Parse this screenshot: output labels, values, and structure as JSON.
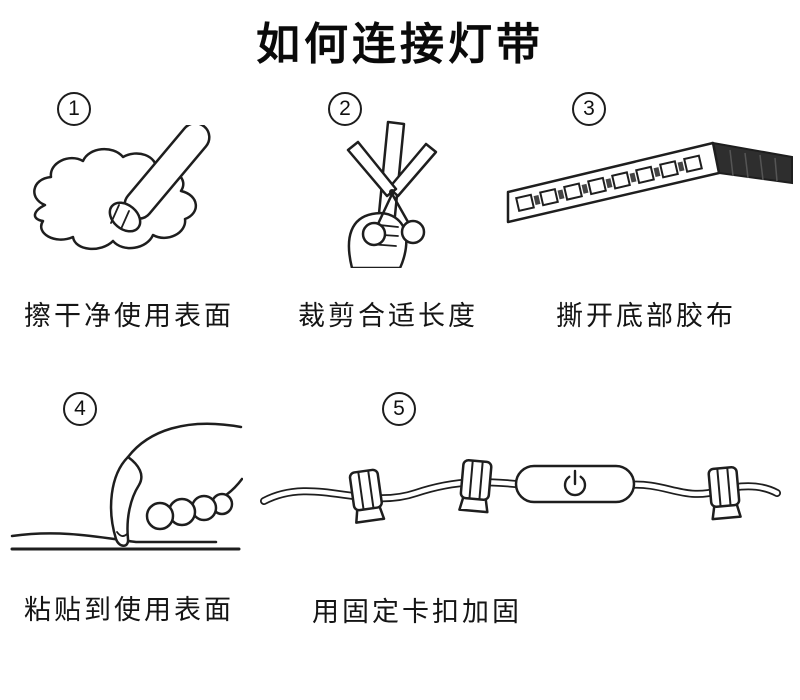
{
  "title": "如何连接灯带",
  "steps": [
    {
      "number": "1",
      "caption": "擦干净使用表面"
    },
    {
      "number": "2",
      "caption": "裁剪合适长度"
    },
    {
      "number": "3",
      "caption": "撕开底部胶布"
    },
    {
      "number": "4",
      "caption": "粘贴到使用表面"
    },
    {
      "number": "5",
      "caption": "用固定卡扣加固"
    }
  ],
  "colors": {
    "line": "#1e1e1e",
    "tape_dark": "#2e2e2e",
    "led_dot": "#444444"
  }
}
